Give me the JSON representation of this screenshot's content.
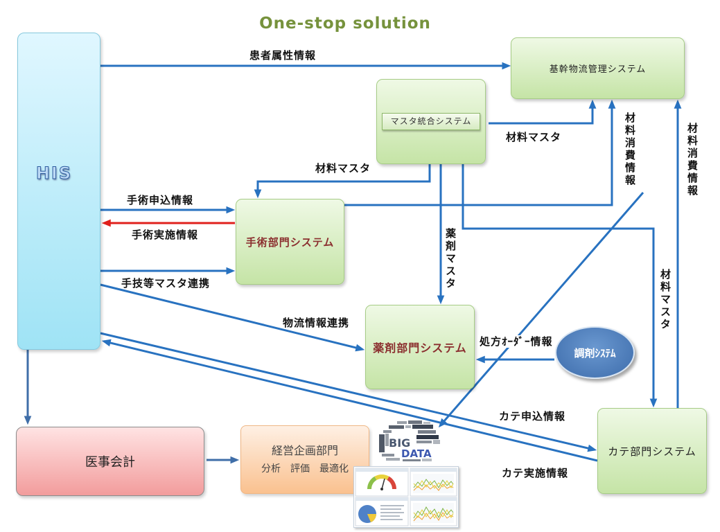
{
  "title": "One-stop solution",
  "nodes": {
    "his": "HIS",
    "kikan": "基幹物流管理システム",
    "master_label": "マスタ統合システム",
    "shujutsu": "手術部門システム",
    "yakuzai": "薬剤部門システム",
    "chouzai": "調剤ｼｽﾃﾑ",
    "kate": "カテ部門システム",
    "iji": "医事会計",
    "keiei_title": "経営企画部門",
    "keiei_sub": "分析　評価　最適化"
  },
  "edges": {
    "kanja": "患者属性情報",
    "zairyo_master_kikan": "材料マスタ",
    "zairyo_master_shujutsu": "材料マスタ",
    "yakuzai_master": "薬剤マスタ",
    "zairyo_master_kate": "材料マスタ",
    "shohi_shujutsu": "材料消費情報",
    "shohi_kate": "材料消費情報",
    "shujutsu_moushikomi": "手術申込情報",
    "shujutsu_jisshi": "手術実施情報",
    "shugi_master": "手技等マスタ連携",
    "butsuryu": "物流情報連携",
    "shohou": "処方ｵｰﾀﾞｰ情報",
    "kate_moushikomi": "カテ申込情報",
    "kate_jisshi": "カテ実施情報"
  },
  "bigdata": {
    "word1": "BIG",
    "word2": "DATA"
  },
  "colors": {
    "title": "#76923c",
    "arrow": "#2872c0",
    "return_arrow": "#e0201c",
    "secondary_arrow": "#3f6ea8",
    "dept_text": "#8b2f2f",
    "chouzai_fill": "#4a7cbc"
  }
}
